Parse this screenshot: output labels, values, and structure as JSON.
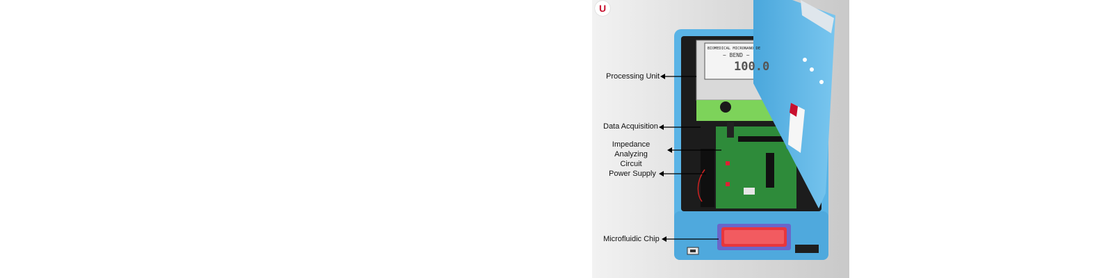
{
  "figure": {
    "logo_letter": "U",
    "screen": {
      "header": "BIOMEDICAL MICRONANO DE",
      "subheader": "~ BEND ~",
      "reading": "100.0"
    },
    "labels": {
      "processing_unit": "Processing Unit",
      "data_acquisition": "Data Acquisition",
      "impedance_line1": "Impedance Analyzing",
      "impedance_line2": "Circuit",
      "power_supply": "Power Supply",
      "microfluidic_chip": "Microfluidic Chip"
    },
    "colors": {
      "case_blue": "#5ab4e6",
      "board_green": "#2e8b3a",
      "lcd_green": "#7dd35a",
      "chip_red": "#e8363c",
      "logo_red": "#c8102e"
    }
  }
}
